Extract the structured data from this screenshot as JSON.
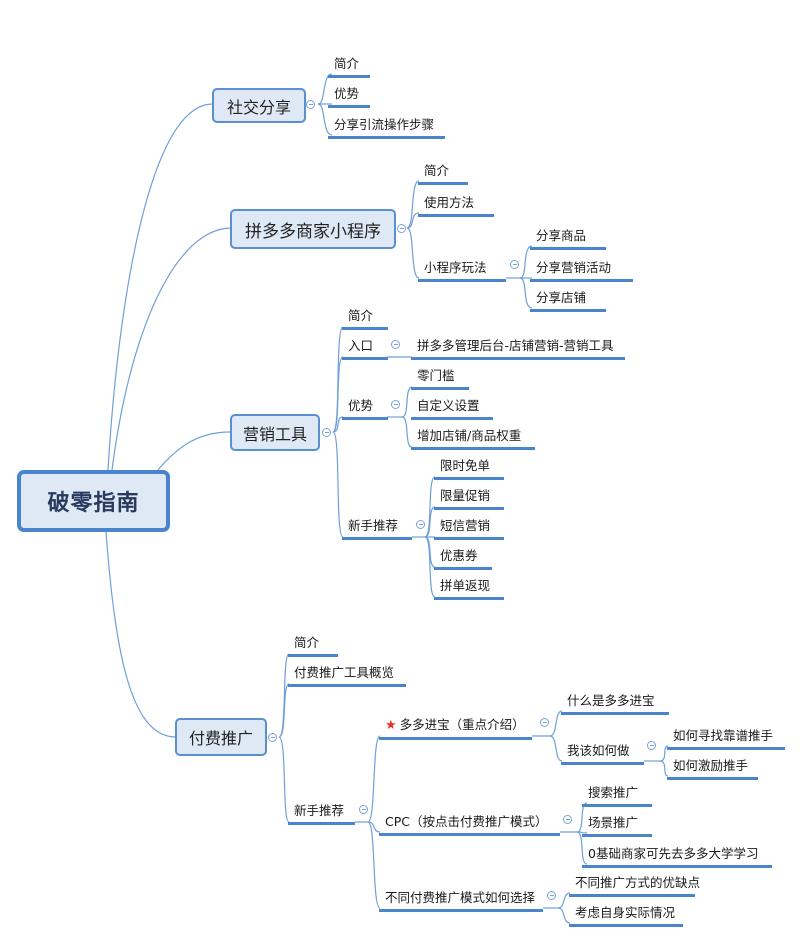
{
  "root": {
    "label": "破零指南"
  },
  "colors": {
    "accent": "#4a84cc",
    "node_fill": "#dfe8f5",
    "link": "#6f9fd8",
    "star": "#e8322e"
  },
  "branches": [
    {
      "label": "社交分享",
      "children": [
        "简介",
        "优势",
        "分享引流操作步骤"
      ]
    },
    {
      "label": "拼多多商家小程序",
      "children": [
        "简介",
        "使用方法",
        "小程序玩法"
      ],
      "sub": {
        "小程序玩法": [
          "分享商品",
          "分享营销活动",
          "分享店铺"
        ]
      }
    },
    {
      "label": "营销工具",
      "children": [
        "简介",
        "入口",
        "优势",
        "新手推荐"
      ],
      "sub": {
        "入口": [
          "拼多多管理后台-店铺营销-营销工具"
        ],
        "优势": [
          "零门槛",
          "自定义设置",
          "增加店铺/商品权重"
        ],
        "新手推荐": [
          "限时免单",
          "限量促销",
          "短信营销",
          "优惠券",
          "拼单返现"
        ]
      }
    },
    {
      "label": "付费推广",
      "children": [
        "简介",
        "付费推广工具概览",
        "新手推荐"
      ],
      "sub": {
        "新手推荐": [
          "多多进宝（重点介绍）",
          "CPC（按点击付费推广模式）",
          "不同付费推广模式如何选择"
        ],
        "多多进宝（重点介绍）": [
          "什么是多多进宝",
          "我该如何做"
        ],
        "我该如何做": [
          "如何寻找靠谱推手",
          "如何激励推手"
        ],
        "CPC（按点击付费推广模式）": [
          "搜索推广",
          "场景推广",
          "0基础商家可先去多多大学学习"
        ],
        "不同付费推广模式如何选择": [
          "不同推广方式的优缺点",
          "考虑自身实际情况"
        ]
      }
    }
  ],
  "labels": {
    "b0": "社交分享",
    "b0c0": "简介",
    "b0c1": "优势",
    "b0c2": "分享引流操作步骤",
    "b1": "拼多多商家小程序",
    "b1c0": "简介",
    "b1c1": "使用方法",
    "b1c2": "小程序玩法",
    "b1c2a": "分享商品",
    "b1c2b": "分享营销活动",
    "b1c2c": "分享店铺",
    "b2": "营销工具",
    "b2c0": "简介",
    "b2c1": "入口",
    "b2c1a": "拼多多管理后台-店铺营销-营销工具",
    "b2c2": "优势",
    "b2c2a": "零门槛",
    "b2c2b": "自定义设置",
    "b2c2c": "增加店铺/商品权重",
    "b2c3": "新手推荐",
    "b2c3a": "限时免单",
    "b2c3b": "限量促销",
    "b2c3c": "短信营销",
    "b2c3d": "优惠券",
    "b2c3e": "拼单返现",
    "b3": "付费推广",
    "b3c0": "简介",
    "b3c1": "付费推广工具概览",
    "b3c2": "新手推荐",
    "b3c2a": "多多进宝（重点介绍）",
    "b3c2a1": "什么是多多进宝",
    "b3c2a2": "我该如何做",
    "b3c2a2x": "如何寻找靠谱推手",
    "b3c2a2y": "如何激励推手",
    "b3c2b": "CPC（按点击付费推广模式）",
    "b3c2b1": "搜索推广",
    "b3c2b2": "场景推广",
    "b3c2b3": "0基础商家可先去多多大学学习",
    "b3c2c": "不同付费推广模式如何选择",
    "b3c2c1": "不同推广方式的优缺点",
    "b3c2c2": "考虑自身实际情况"
  },
  "icons": {
    "star": "★",
    "collapse": "collapse-toggle-icon"
  }
}
